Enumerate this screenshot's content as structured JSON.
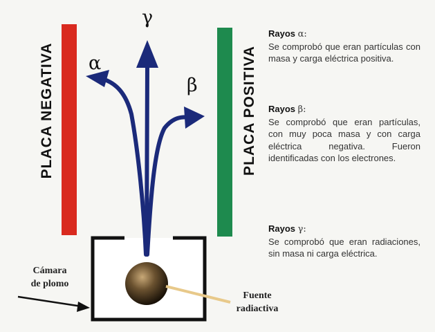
{
  "plates": {
    "negative_label": "PLACA NEGATIVA",
    "positive_label": "PLACA POSITIVA"
  },
  "symbols": {
    "alpha": "α",
    "gamma": "γ",
    "beta": "β"
  },
  "labels": {
    "chamber_line1": "Cámara",
    "chamber_line2": "de plomo",
    "source_line1": "Fuente",
    "source_line2": "radiactiva"
  },
  "descriptions": [
    {
      "title": "Rayos",
      "symbol": "α:",
      "text": "Se comprobó que eran partículas con masa y carga eléctrica positiva."
    },
    {
      "title": "Rayos",
      "symbol": "β:",
      "text": "Se comprobó que eran partículas, con muy poca masa y con carga eléctrica negativa. Fueron identificadas con los electrones."
    },
    {
      "title": "Rayos",
      "symbol": "γ:",
      "text": "Se comprobó que eran radiaciones, sin masa ni carga eléctrica."
    }
  ],
  "colors": {
    "negative_plate": "#d92a1f",
    "positive_plate": "#1e8a4e",
    "rays": "#1b2a7a",
    "chamber": "#111111",
    "source": "#6b5230",
    "pointer": "#e8c98a"
  }
}
